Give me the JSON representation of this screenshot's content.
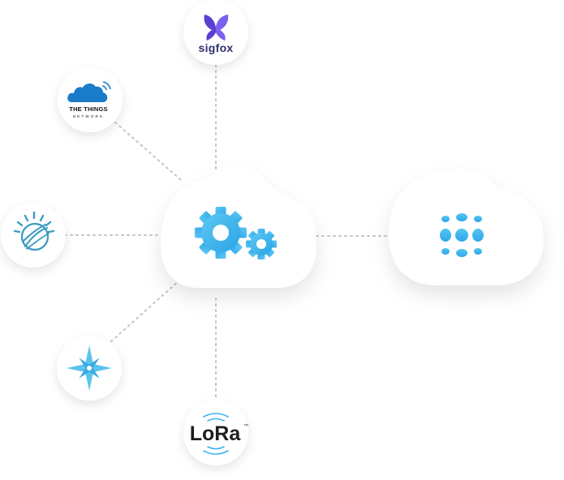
{
  "hub": {
    "icon": "gears-icon"
  },
  "platform": {
    "icon": "dot-grid-icon"
  },
  "networks": {
    "sigfox": {
      "label": "sigfox",
      "icon": "butterfly-icon"
    },
    "ttn": {
      "line1": "THE THINGS",
      "line2": "NETWORK",
      "icon": "cloud-icon"
    },
    "ibm": {
      "icon": "globe-icon"
    },
    "star": {
      "icon": "star-icon"
    },
    "lora": {
      "label": "LoRa",
      "trademark": "™",
      "icon": "lora-waves-icon"
    }
  },
  "colors": {
    "accent_blue": "#3bb3ec",
    "sigfox_purple": "#5a3fd0",
    "sigfox_text": "#2d2f6e",
    "ttn_blue": "#1a7bc9",
    "ibm_teal": "#3a9bc1",
    "star_blue": "#5cc3ee",
    "lora_text": "#1e1e1e",
    "connector": "#c4c4c4"
  }
}
